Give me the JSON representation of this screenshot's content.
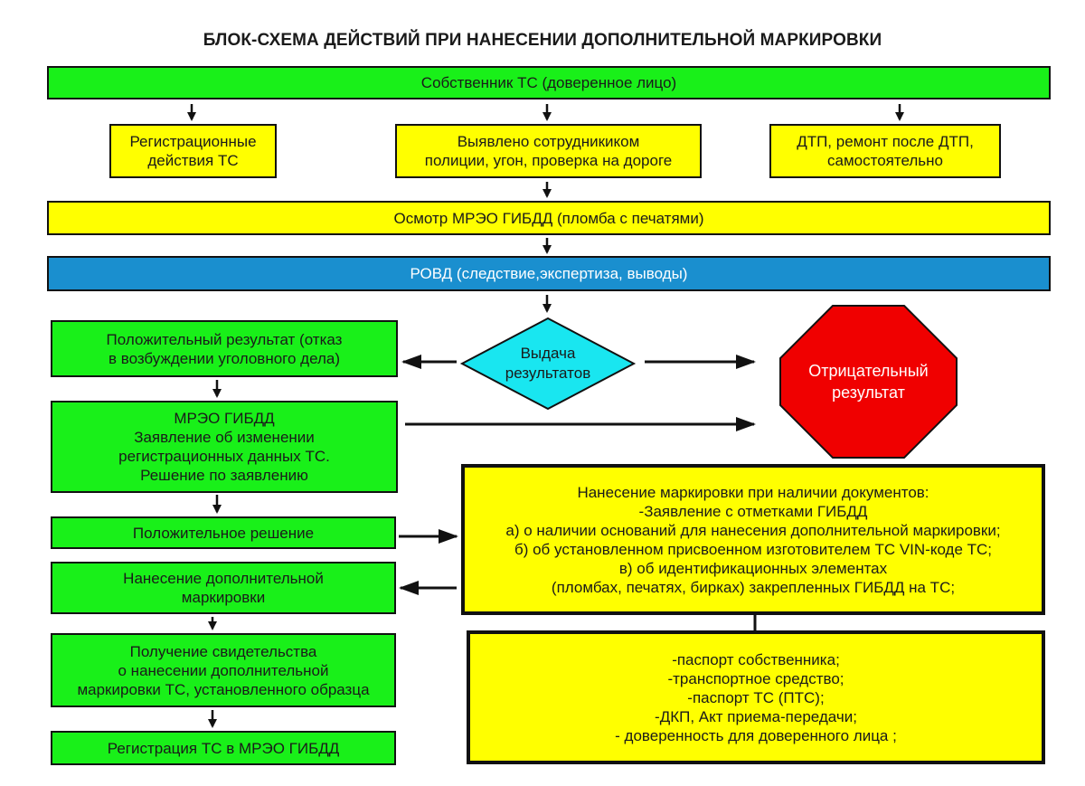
{
  "title": "БЛОК-СХЕМА ДЕЙСТВИЙ ПРИ НАНЕСЕНИИ ДОПОЛНИТЕЛЬНОЙ МАРКИРОВКИ",
  "owner": "Собственник ТС (доверенное лицо)",
  "reason_registration": [
    "Регистрационные",
    "действия ТС"
  ],
  "reason_police": [
    "Выявлено сотрудникиком",
    "полиции, угон, проверка на дороге"
  ],
  "reason_accident": [
    "ДТП, ремонт после ДТП,",
    "самостоятельно"
  ],
  "inspection": "Осмотр МРЭО ГИБДД (пломба с печатями)",
  "rovd": "РОВД (следствие,экспертиза, выводы)",
  "positive_result": [
    "Положительный результат (отказ",
    "в возбуждении уголовного дела)"
  ],
  "decision_diamond": [
    "Выдача",
    "результатов"
  ],
  "negative_result": [
    "Отрицательный",
    "результат"
  ],
  "mreo_application": [
    "МРЭО ГИБДД",
    "Заявление об изменении",
    "регистрационных данных ТС.",
    "Решение по заявлению"
  ],
  "positive_decision": "Положительное решение",
  "marking_conditions": [
    "Нанесение маркировки при наличии документов:",
    "-Заявление с отметками ГИБДД",
    "а) о наличии оснований для нанесения дополнительной маркировки;",
    "б)  об установленном присвоенном изготовителем ТС VIN-коде ТС;",
    "в) об идентификационных элементах",
    "(пломбах, печатях, бирках) закрепленных ГИБДД на ТС;"
  ],
  "apply_marking": [
    "Нанесение дополнительной",
    "маркировки"
  ],
  "certificate": [
    "Получение свидетельства",
    "о нанесении дополнительной",
    "маркировки ТС, установленного образца"
  ],
  "documents_list": [
    "-паспорт собственника;",
    "-транспортное средство;",
    "-паспорт ТС  (ПТС);",
    "-ДКП, Акт приема-передачи;",
    "- доверенность для доверенного лица ;"
  ],
  "registration_final": "Регистрация ТС в МРЭО ГИБДД",
  "colors": {
    "green": "#19f019",
    "yellow": "#ffff00",
    "blue": "#1a8fcf",
    "cyan": "#19e6f0",
    "red": "#f00000"
  }
}
